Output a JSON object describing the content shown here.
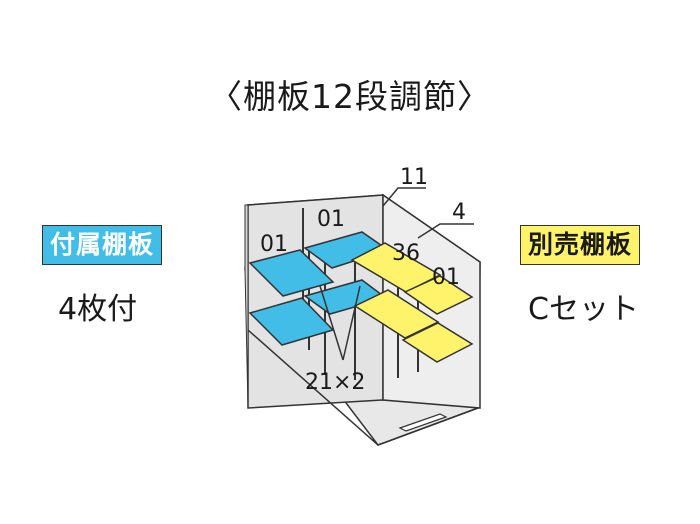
{
  "title": "〈棚板12段調節〉",
  "included": {
    "badge": "付属棚板",
    "count": "4枚付"
  },
  "optional": {
    "badge": "別売棚板",
    "set": "Cセット"
  },
  "labels": {
    "back_left": "01",
    "back_mid": "01",
    "top": "11",
    "right_top": "4",
    "right_mid": "36",
    "right_shelf": "01",
    "bottom": "21×2"
  },
  "colors": {
    "included_shelf": "#41bde8",
    "optional_shelf": "#fff36b",
    "shed_fill": "#e6e6e6",
    "outline": "#333333"
  }
}
